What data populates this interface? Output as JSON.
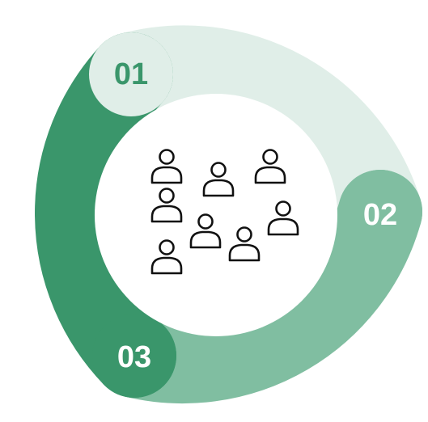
{
  "colors": {
    "background": "#ffffff",
    "segment_01": "#e0eee8",
    "segment_02": "#80bea1",
    "segment_03": "#3a966b",
    "label_on_light": "#3a966b",
    "label_on_dark": "#ffffff",
    "person_stroke": "#111111"
  },
  "segments": [
    {
      "label": "01"
    },
    {
      "label": "02"
    },
    {
      "label": "03"
    }
  ],
  "center": {
    "icon": "people-group-icon",
    "person_count": 8
  }
}
